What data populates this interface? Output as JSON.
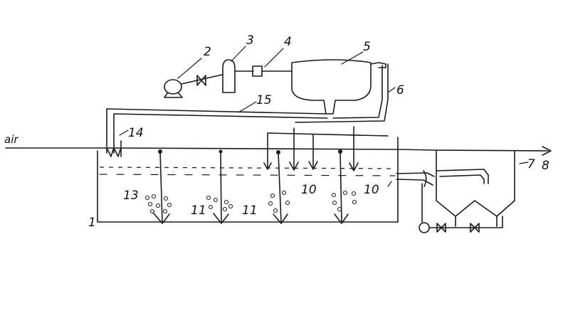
{
  "labels": {
    "air": "air",
    "n1": "1",
    "n2": "2",
    "n3": "3",
    "n4": "4",
    "n5": "5",
    "n6": "6",
    "n7": "7",
    "n8": "8",
    "n10a": "10",
    "n10b": "10",
    "n11a": "11",
    "n11b": "11",
    "n13": "13",
    "n14": "14",
    "n15": "15"
  },
  "colors": {
    "ink": "#1a1a1a",
    "paper": "#ffffff"
  }
}
